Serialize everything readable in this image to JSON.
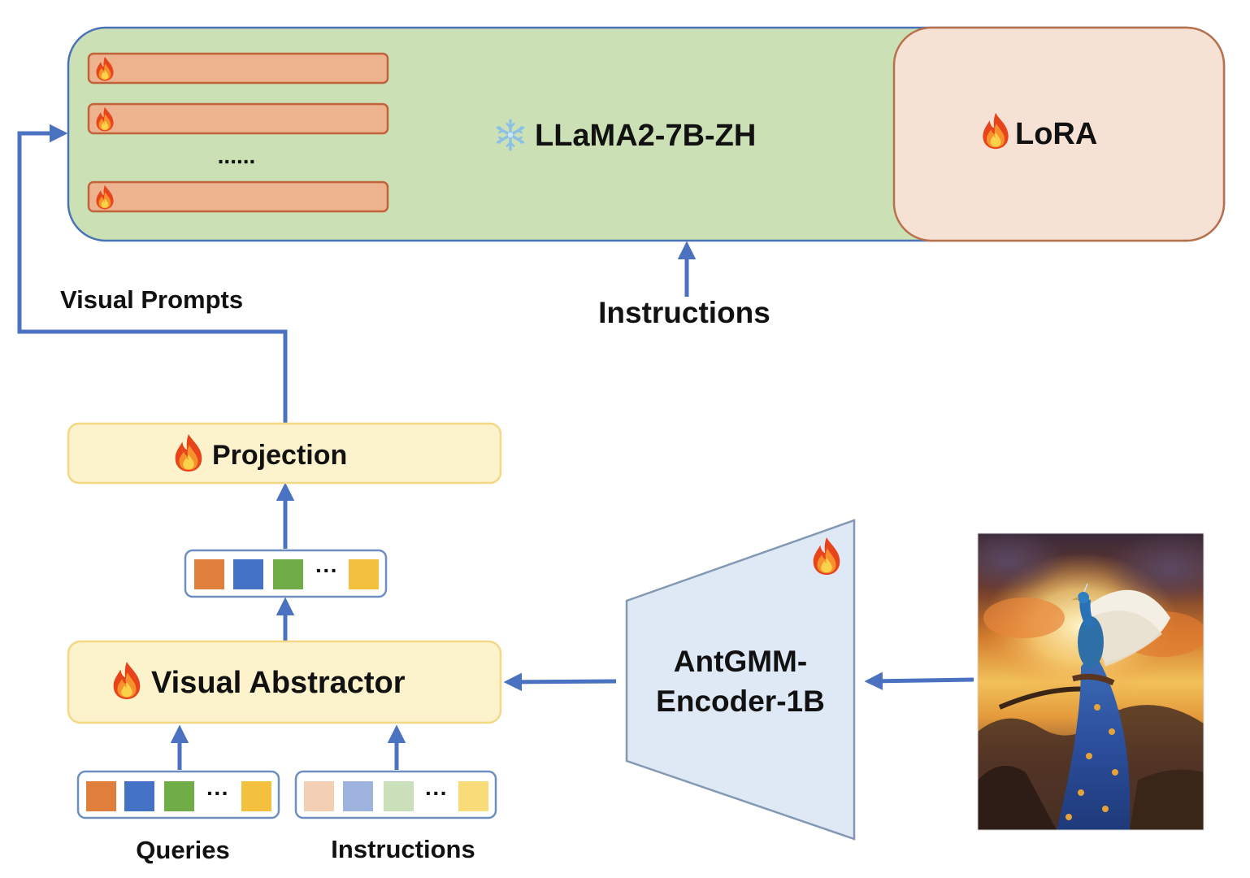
{
  "llm": {
    "name": "LLaMA2-7B-ZH",
    "status_icon": "snowflake-icon",
    "layer_icon": "fire-icon",
    "ellipsis": "......",
    "background_color": "#cce0b6",
    "border_color": "#4a72b8",
    "layer_color": "#ecb38e"
  },
  "lora": {
    "name": "LoRA",
    "icon": "fire-icon",
    "background_color": "#f6e1d5",
    "border_color": "#b8714a"
  },
  "labels": {
    "visual_prompts": "Visual Prompts",
    "top_instructions": "Instructions",
    "queries": "Queries",
    "bottom_instructions": "Instructions"
  },
  "projection": {
    "name": "Projection",
    "icon": "fire-icon",
    "background_color": "#fcf2cc",
    "border_color": "#f3d885"
  },
  "abstractor": {
    "name": "Visual Abstractor",
    "icon": "fire-icon",
    "background_color": "#fcf2cc",
    "border_color": "#f3d885"
  },
  "encoder": {
    "name_line1": "AntGMM-",
    "name_line2": "Encoder-1B",
    "icon": "fire-icon",
    "background_color": "#dfe9f5",
    "border_color": "#8298b3"
  },
  "token_rows": {
    "output_tokens": {
      "ellipsis": "···",
      "colors": [
        "#e07f3c",
        "#4472c4",
        "#70ad47",
        "#f4c13e"
      ]
    },
    "queries": {
      "ellipsis": "···",
      "colors": [
        "#e07f3c",
        "#4472c4",
        "#70ad47",
        "#f4c13e"
      ]
    },
    "instructions": {
      "ellipsis": "···",
      "colors": [
        "#f3cfb6",
        "#9fb3df",
        "#c9e0bb",
        "#f8dc7a"
      ]
    }
  },
  "image": {
    "subject": "peacock painting",
    "icon": "peacock-image"
  },
  "arrow_color": "#4a72c0"
}
